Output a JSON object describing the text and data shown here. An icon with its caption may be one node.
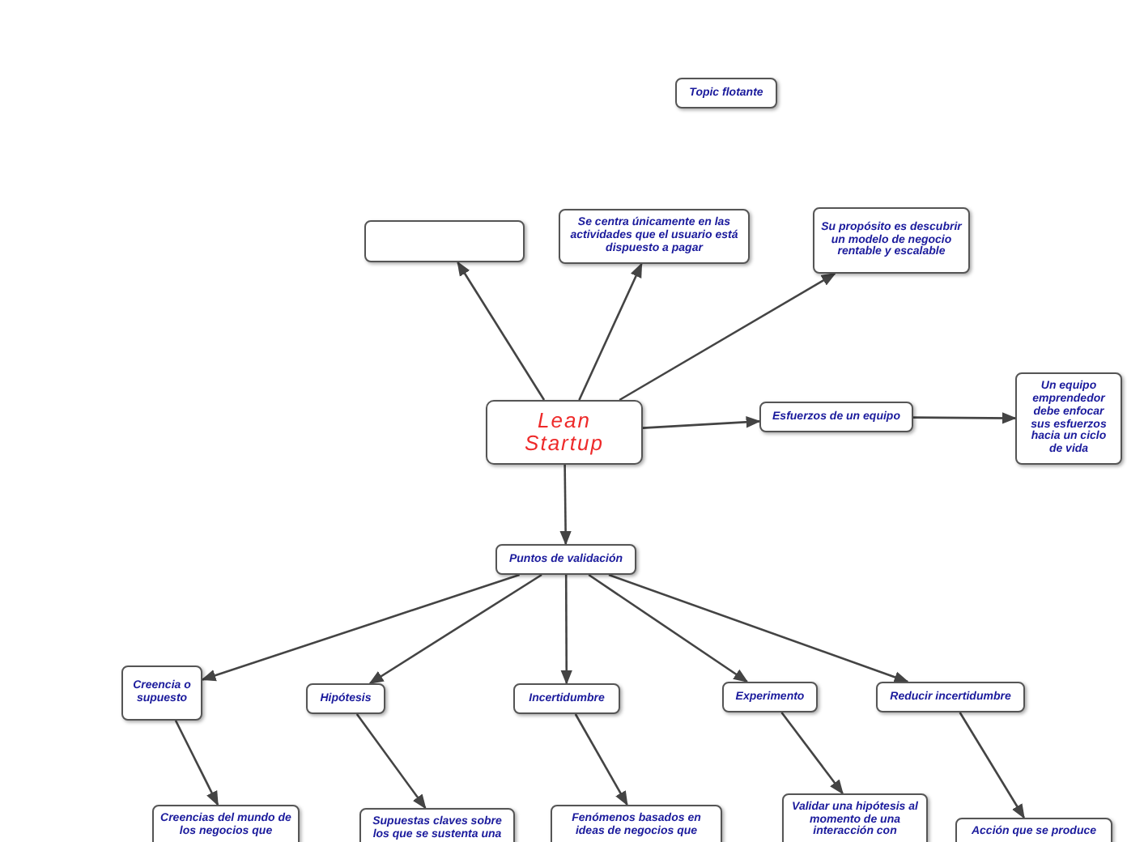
{
  "diagram": {
    "nodes": [
      {
        "text": [
          "Topic flotante"
        ]
      },
      {
        "text": [],
        "shape": "box"
      },
      {
        "text": [
          "Se centra únicamente en las actividades que el usuario está dispuesto a pagar"
        ]
      },
      {
        "text": [
          "Su propósito es descubrir un modelo de negocio rentable y escalable"
        ]
      },
      {
        "text": [
          "Lean Startup"
        ]
      },
      {
        "text": [
          "Esfuerzos de un equipo"
        ]
      },
      {
        "text": [
          "Un equipo emprendedor debe enfocar sus esfuerzos hacia un ciclo de vida"
        ]
      },
      {
        "text": [
          "Puntos de validación"
        ]
      },
      {
        "text": [
          "Creencia o supuesto"
        ]
      },
      {
        "text": [
          "Hipótesis"
        ]
      },
      {
        "text": [
          "Incertidumbre"
        ]
      },
      {
        "text": [
          "Experimento"
        ]
      },
      {
        "text": [
          "Reducir incertidumbre"
        ]
      },
      {
        "text": [
          "Creencias del mundo de los negocios que"
        ]
      },
      {
        "text": [
          "Supuestas claves sobre los que se sustenta una"
        ]
      },
      {
        "text": [
          "Fenómenos basados en ideas de negocios que"
        ]
      },
      {
        "text": [
          "Validar una hipótesis al momento de una interacción con"
        ]
      },
      {
        "text": [
          "Acción que se produce"
        ]
      }
    ],
    "edges": [
      {
        "from": 4,
        "to": 1,
        "arrow": "to"
      },
      {
        "from": 4,
        "to": 2,
        "arrow": "to"
      },
      {
        "from": 4,
        "to": 3,
        "arrow": "to"
      },
      {
        "from": 4,
        "to": 5,
        "arrow": "to"
      },
      {
        "from": 5,
        "to": 6,
        "arrow": "to"
      },
      {
        "from": 4,
        "to": 7,
        "arrow": "to"
      },
      {
        "from": 7,
        "to": 8,
        "arrow": "to"
      },
      {
        "from": 7,
        "to": 9,
        "arrow": "to"
      },
      {
        "from": 7,
        "to": 10,
        "arrow": "to"
      },
      {
        "from": 7,
        "to": 11,
        "arrow": "to"
      },
      {
        "from": 7,
        "to": 12,
        "arrow": "to"
      },
      {
        "from": 8,
        "to": 13,
        "arrow": "to"
      },
      {
        "from": 9,
        "to": 14,
        "arrow": "to"
      },
      {
        "from": 10,
        "to": 15,
        "arrow": "to"
      },
      {
        "from": 11,
        "to": 16,
        "arrow": "to"
      },
      {
        "from": 12,
        "to": 17,
        "arrow": "to"
      }
    ]
  }
}
